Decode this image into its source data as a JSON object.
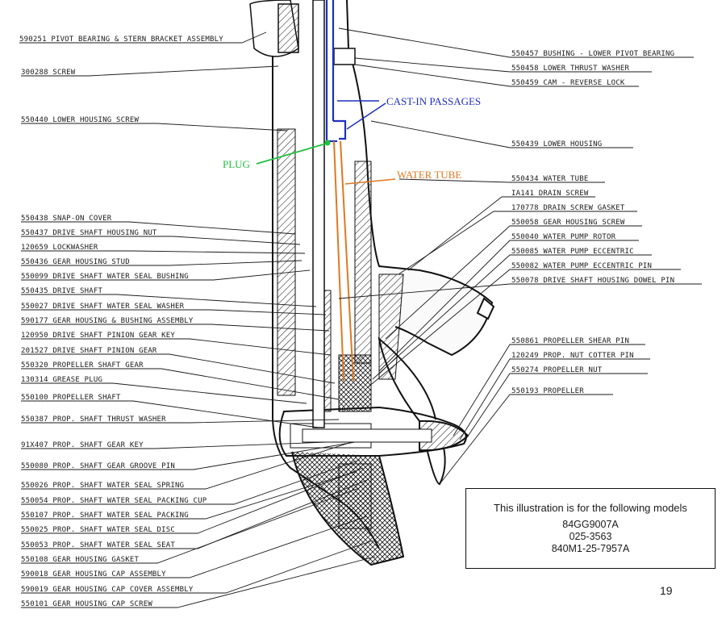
{
  "left_labels": [
    {
      "text": "590251  PIVOT  BEARING  &  STERN  BRACKET  ASSEMBLY"
    },
    {
      "text": "300288  SCREW"
    },
    {
      "text": "550440  LOWER  HOUSING  SCREW"
    },
    {
      "text": "550438  SNAP-ON  COVER"
    },
    {
      "text": "550437  DRIVE  SHAFT  HOUSING  NUT"
    },
    {
      "text": "120659  LOCKWASHER"
    },
    {
      "text": "550436  GEAR  HOUSING  STUD"
    },
    {
      "text": "550099  DRIVE  SHAFT  WATER  SEAL  BUSHING"
    },
    {
      "text": "550435  DRIVE  SHAFT"
    },
    {
      "text": "550027  DRIVE  SHAFT  WATER  SEAL  WASHER"
    },
    {
      "text": "590177  GEAR  HOUSING  &  BUSHING  ASSEMBLY"
    },
    {
      "text": "120950  DRIVE  SHAFT  PINION  GEAR  KEY"
    },
    {
      "text": "201527  DRIVE  SHAFT  PINION  GEAR"
    },
    {
      "text": "550320  PROPELLER  SHAFT  GEAR"
    },
    {
      "text": "130314  GREASE  PLUG"
    },
    {
      "text": "550100  PROPELLER  SHAFT"
    },
    {
      "text": "550387  PROP.  SHAFT  THRUST  WASHER"
    },
    {
      "text": "91X407  PROP.  SHAFT  GEAR  KEY"
    },
    {
      "text": "550080  PROP.  SHAFT  GEAR  GROOVE  PIN"
    },
    {
      "text": "550026  PROP.  SHAFT  WATER  SEAL  SPRING"
    },
    {
      "text": "550054  PROP.  SHAFT  WATER  SEAL  PACKING  CUP"
    },
    {
      "text": "550107  PROP.  SHAFT  WATER  SEAL  PACKING"
    },
    {
      "text": "550025  PROP.  SHAFT  WATER  SEAL  DISC"
    },
    {
      "text": "550053  PROP.  SHAFT  WATER  SEAL  SEAT"
    },
    {
      "text": "550108  GEAR  HOUSING  GASKET"
    },
    {
      "text": "590018  GEAR  HOUSING  CAP  ASSEMBLY"
    },
    {
      "text": "590019  GEAR  HOUSING  CAP  COVER  ASSEMBLY"
    },
    {
      "text": "550101  GEAR  HOUSING  CAP  SCREW"
    }
  ],
  "right_labels": [
    {
      "text": "550457  BUSHING - LOWER  PIVOT  BEARING"
    },
    {
      "text": "550458  LOWER  THRUST  WASHER"
    },
    {
      "text": "550459  CAM - REVERSE  LOCK"
    },
    {
      "text": "550439  LOWER  HOUSING"
    },
    {
      "text": "550434  WATER  TUBE"
    },
    {
      "text": "IA141  DRAIN  SCREW"
    },
    {
      "text": "170778  DRAIN  SCREW  GASKET"
    },
    {
      "text": "550058  GEAR  HOUSING  SCREW"
    },
    {
      "text": "550040  WATER  PUMP  ROTOR"
    },
    {
      "text": "550085  WATER  PUMP  ECCENTRIC"
    },
    {
      "text": "550082  WATER  PUMP  ECCENTRIC  PIN"
    },
    {
      "text": "550078  DRIVE  SHAFT  HOUSING  DOWEL  PIN"
    },
    {
      "text": "550861  PROPELLER  SHEAR  PIN"
    },
    {
      "text": "120249  PROP.  NUT  COTTER  PIN"
    },
    {
      "text": "550274  PROPELLER  NUT"
    },
    {
      "text": "550193  PROPELLER"
    }
  ],
  "annotations": {
    "cast_in_passages": "CAST-IN PASSAGES",
    "plug": "PLUG",
    "water_tube": "WATER TUBE"
  },
  "caption": {
    "title": "This illustration is for the following models",
    "models": [
      "84GG9007A",
      "025-3563",
      "840M1-25-7957A"
    ]
  },
  "page_number": "19",
  "colors": {
    "cast_in_passages": "#1f2fbf",
    "plug": "#22c040",
    "water_tube": "#e07820",
    "line": "#1a1a1a"
  }
}
